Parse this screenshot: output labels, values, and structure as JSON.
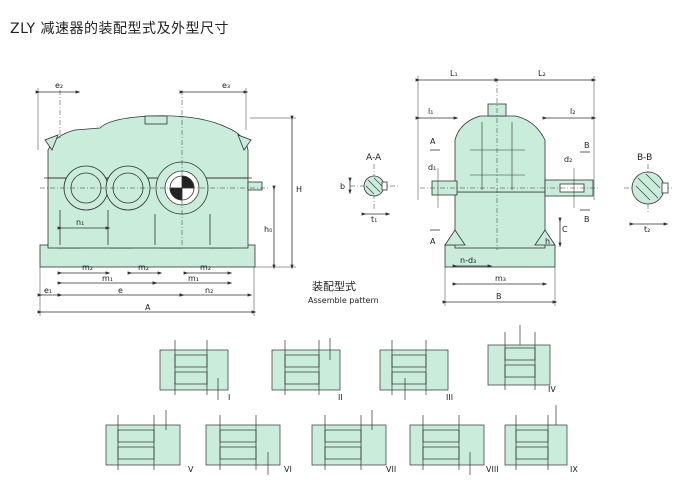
{
  "title": "ZLY 减速器的装配型式及外型尺寸",
  "colors": {
    "body": "#c9ecdb",
    "stroke": "#333333"
  },
  "front_view": {
    "labels": {
      "e2": "e₂",
      "e3": "e₃",
      "H": "H",
      "h0": "h₀",
      "n1": "n₁",
      "m2a": "m₂",
      "m2b": "m₂",
      "m2c": "m₂",
      "m1a": "m₁",
      "m1b": "m₁",
      "n2": "n₂",
      "e1": "e₁",
      "e": "e",
      "A": "A"
    }
  },
  "section_aa": {
    "label": "A-A",
    "b": "b",
    "t": "t₁"
  },
  "side_view": {
    "labels": {
      "L1": "L₁",
      "L2": "L₂",
      "l1": "l₁",
      "l2": "l₂",
      "A_top": "A",
      "A_bot": "A",
      "d1": "d₁",
      "d2": "d₂",
      "B_up": "B",
      "B_low": "B",
      "C": "C",
      "h": "h",
      "n_d3": "n-d₃",
      "m3": "m₃",
      "B": "B"
    }
  },
  "section_bb": {
    "label": "B-B",
    "t2": "t₂"
  },
  "assembly": {
    "title_cn": "装配型式",
    "title_en": "Assemble pattern",
    "patterns": [
      "I",
      "II",
      "III",
      "IV",
      "V",
      "VI",
      "VII",
      "VIII",
      "IX"
    ]
  }
}
